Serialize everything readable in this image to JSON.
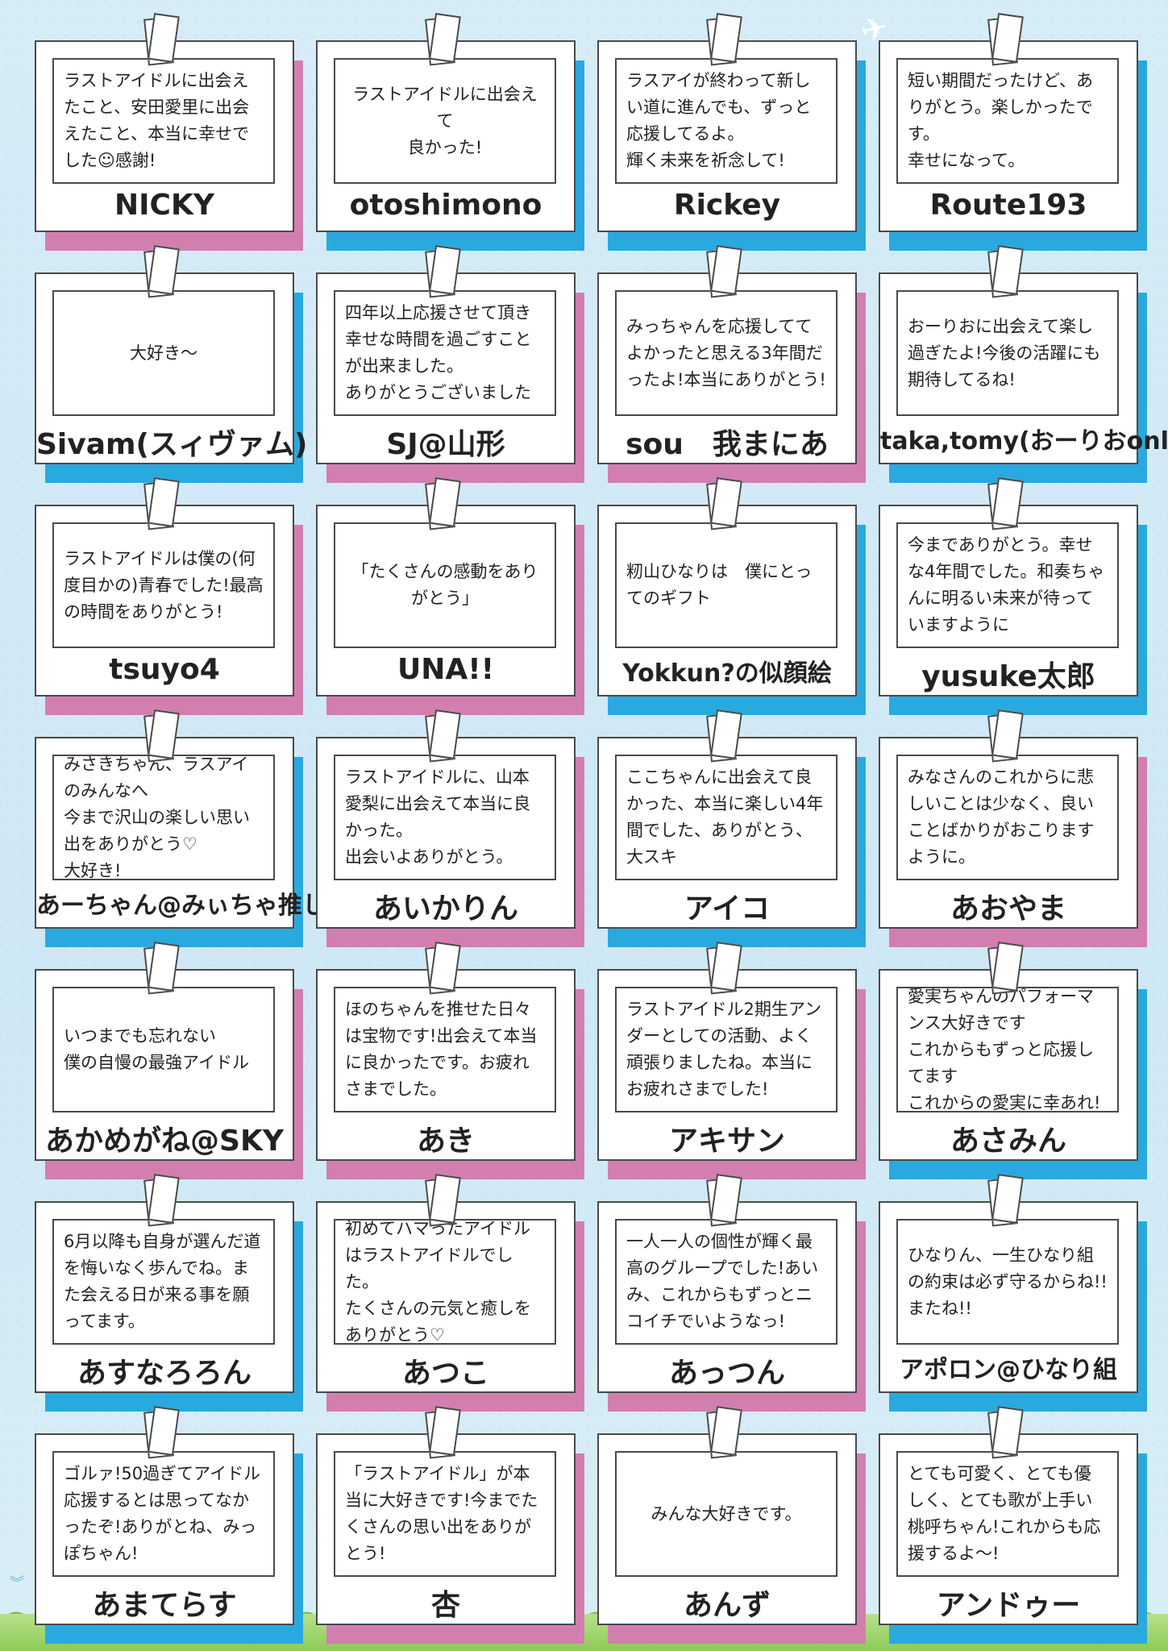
{
  "cards": [
    {
      "message": "ラストアイドルに出会えたこと、安田愛里に出会えたこと、本当に幸せでした☺感謝!",
      "name": "NICKY"
    },
    {
      "message": "ラストアイドルに出会えて\n良かった!",
      "name": "otoshimono"
    },
    {
      "message": "ラスアイが終わって新しい道に進んでも、ずっと応援してるよ。\n輝く未来を祈念して!",
      "name": "Rickey"
    },
    {
      "message": "短い期間だったけど、ありがとう。楽しかったです。\n幸せになって。",
      "name": "Route193"
    },
    {
      "message": "大好き〜",
      "name": "Sivam(スィヴァム)"
    },
    {
      "message": "四年以上応援させて頂き幸せな時間を過ごすことが出来ました。\nありがとうございました",
      "name": "SJ@山形"
    },
    {
      "message": "みっちゃんを応援しててよかったと思える3年間だったよ!本当にありがとう!",
      "name": "sou　我まにあ"
    },
    {
      "message": "おーりおに出会えて楽し過ぎたよ!今後の活躍にも期待してるね!",
      "name": "taka,tomy(おーりおonly)"
    },
    {
      "message": "ラストアイドルは僕の(何度目かの)青春でした!最高の時間をありがとう!",
      "name": "tsuyo4"
    },
    {
      "message": "「たくさんの感動をありがとう」",
      "name": "UNA!!"
    },
    {
      "message": "籾山ひなりは　僕にとってのギフト",
      "name": "Yokkun?の似顔絵"
    },
    {
      "message": "今までありがとう。幸せな4年間でした。和奏ちゃんに明るい未来が待っていますように",
      "name": "yusuke太郎"
    },
    {
      "message": "みさきちゃん、ラスアイのみんなへ\n今まで沢山の楽しい思い出をありがとう♡\n大好き!",
      "name": "あーちゃん@みぃちゃ推し"
    },
    {
      "message": "ラストアイドルに、山本愛梨に出会えて本当に良かった。\n出会いよありがとう。",
      "name": "あいかりん"
    },
    {
      "message": "ここちゃんに出会えて良かった、本当に楽しい4年間でした、ありがとう、大スキ",
      "name": "アイコ"
    },
    {
      "message": "みなさんのこれからに悲しいことは少なく、良いことばかりがおこりますように。",
      "name": "あおやま"
    },
    {
      "message": "いつまでも忘れない\n僕の自慢の最強アイドル",
      "name": "あかめがね@SKY"
    },
    {
      "message": "ほのちゃんを推せた日々は宝物です!出会えて本当に良かったです。お疲れさまでした。",
      "name": "あき"
    },
    {
      "message": "ラストアイドル2期生アンダーとしての活動、よく頑張りましたね。本当にお疲れさまでした!",
      "name": "アキサン"
    },
    {
      "message": "愛実ちゃんのパフォーマンス大好きです\nこれからもずっと応援してます\nこれからの愛実に幸あれ!",
      "name": "あさみん"
    },
    {
      "message": "6月以降も自身が選んだ道を悔いなく歩んでね。また会える日が来る事を願ってます。",
      "name": "あすなろろん"
    },
    {
      "message": "初めてハマったアイドルはラストアイドルでした。\nたくさんの元気と癒しをありがとう♡",
      "name": "あつこ"
    },
    {
      "message": "一人一人の個性が輝く最高のグループでした!あいみ、これからもずっとニコイチでいようなっ!",
      "name": "あっつん"
    },
    {
      "message": "ひなりん、一生ひなり組の約束は必ず守るからね!!またね!!",
      "name": "アポロン@ひなり組"
    },
    {
      "message": "ゴルァ!50過ぎてアイドル応援するとは思ってなかったぞ!ありがとね、みっぽちゃん!",
      "name": "あまてらす"
    },
    {
      "message": "「ラストアイドル」が本当に大好きです!今までたくさんの思い出をありがとう!",
      "name": "杏"
    },
    {
      "message": "みんな大好きです。",
      "name": "あんず"
    },
    {
      "message": "とても可愛く、とても優しく、とても歌が上手い桃呼ちゃん!これからも応援するよ〜!",
      "name": "アンドゥー"
    }
  ],
  "colors": {
    "pink": "#d27fb0",
    "blue": "#2aa9df",
    "border": "#4a4a4a"
  },
  "icons": {
    "plane": "airplane-icon",
    "bird": "bird-icon"
  }
}
